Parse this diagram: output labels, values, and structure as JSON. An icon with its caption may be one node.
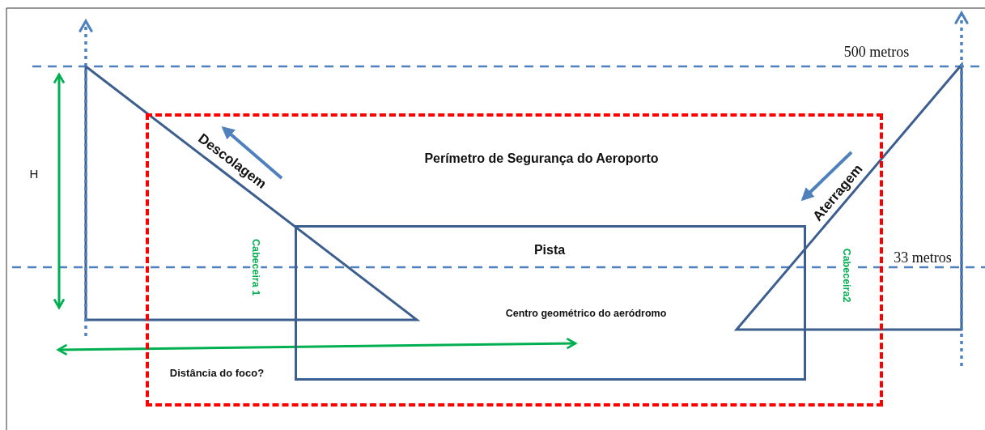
{
  "diagram": {
    "nodes": [
      {
        "text": [
          "Perímetro de Segurança do Aeroporto"
        ]
      },
      {
        "text": [
          "Pista",
          "Centro geométrico do aeródromo"
        ],
        "in": 0
      }
    ],
    "labels": [
      "500 metros",
      "Descolagem",
      "H",
      "Aterragem",
      "33 metros",
      "Cabeceira 1",
      "Cabeceira2",
      "Distância do foco?"
    ]
  }
}
